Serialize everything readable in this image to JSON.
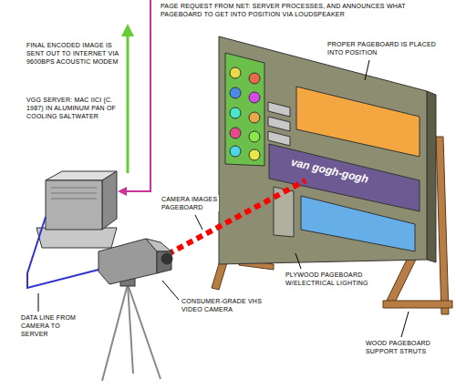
{
  "diagram": {
    "labels": [
      "PAGE REQUEST FROM NET: SERVER PROCESSES, AND ANNOUNCES WHAT PAGEBOARD TO GET INTO POSITION VIA LOUDSPEAKER",
      "FINAL ENCODED IMAGE IS SENT OUT TO INTERNET VIA 9600BPS ACOUSTIC MODEM",
      "VGG SERVER: MAC IICI (C. 1987) IN ALUMINUM PAN OF COOLING SALTWATER",
      "PROPER PAGEBOARD IS PLACED INTO POSITION",
      "CAMERA IMAGES PAGEBOARD",
      "PLYWOOD PAGEBOARD W/ELECTRICAL LIGHTING",
      "CONSUMER-GRADE VHS VIDEO CAMERA",
      "DATA LINE FROM CAMERA TO SERVER",
      "WOOD PAGEBOARD SUPPORT STRUTS",
      "van gogh-gogh"
    ]
  }
}
